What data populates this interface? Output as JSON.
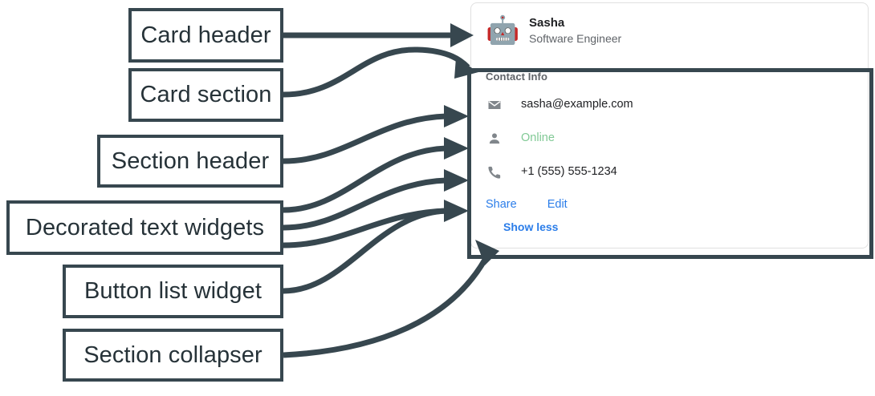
{
  "annotations": [
    {
      "id": "card-header",
      "label": "Card header"
    },
    {
      "id": "card-section",
      "label": "Card section"
    },
    {
      "id": "section-header",
      "label": "Section header"
    },
    {
      "id": "decorated-text",
      "label": "Decorated text widgets"
    },
    {
      "id": "button-list",
      "label": "Button list widget"
    },
    {
      "id": "section-collapser",
      "label": "Section collapser"
    }
  ],
  "card": {
    "header": {
      "avatar_icon": "robot-avatar",
      "avatar_glyph": "🤖",
      "title": "Sasha",
      "subtitle": "Software Engineer"
    },
    "section": {
      "header": "Contact Info",
      "rows": [
        {
          "icon": "email-icon",
          "text": "sasha@example.com",
          "state": "default"
        },
        {
          "icon": "person-icon",
          "text": "Online",
          "state": "online"
        },
        {
          "icon": "phone-icon",
          "text": "+1 (555) 555-1234",
          "state": "default"
        }
      ],
      "buttons": [
        {
          "id": "share",
          "label": "Share"
        },
        {
          "id": "edit",
          "label": "Edit"
        }
      ],
      "collapser": {
        "label": "Show less"
      }
    }
  },
  "colors": {
    "annotation_stroke": "#37474f",
    "link_blue": "#2b7de9",
    "status_green": "#81c995",
    "icon_gray": "#80868b",
    "muted_text": "#5f6368",
    "primary_text": "#202124",
    "card_border": "#e0e0e0",
    "page_background": "#ffffff"
  }
}
